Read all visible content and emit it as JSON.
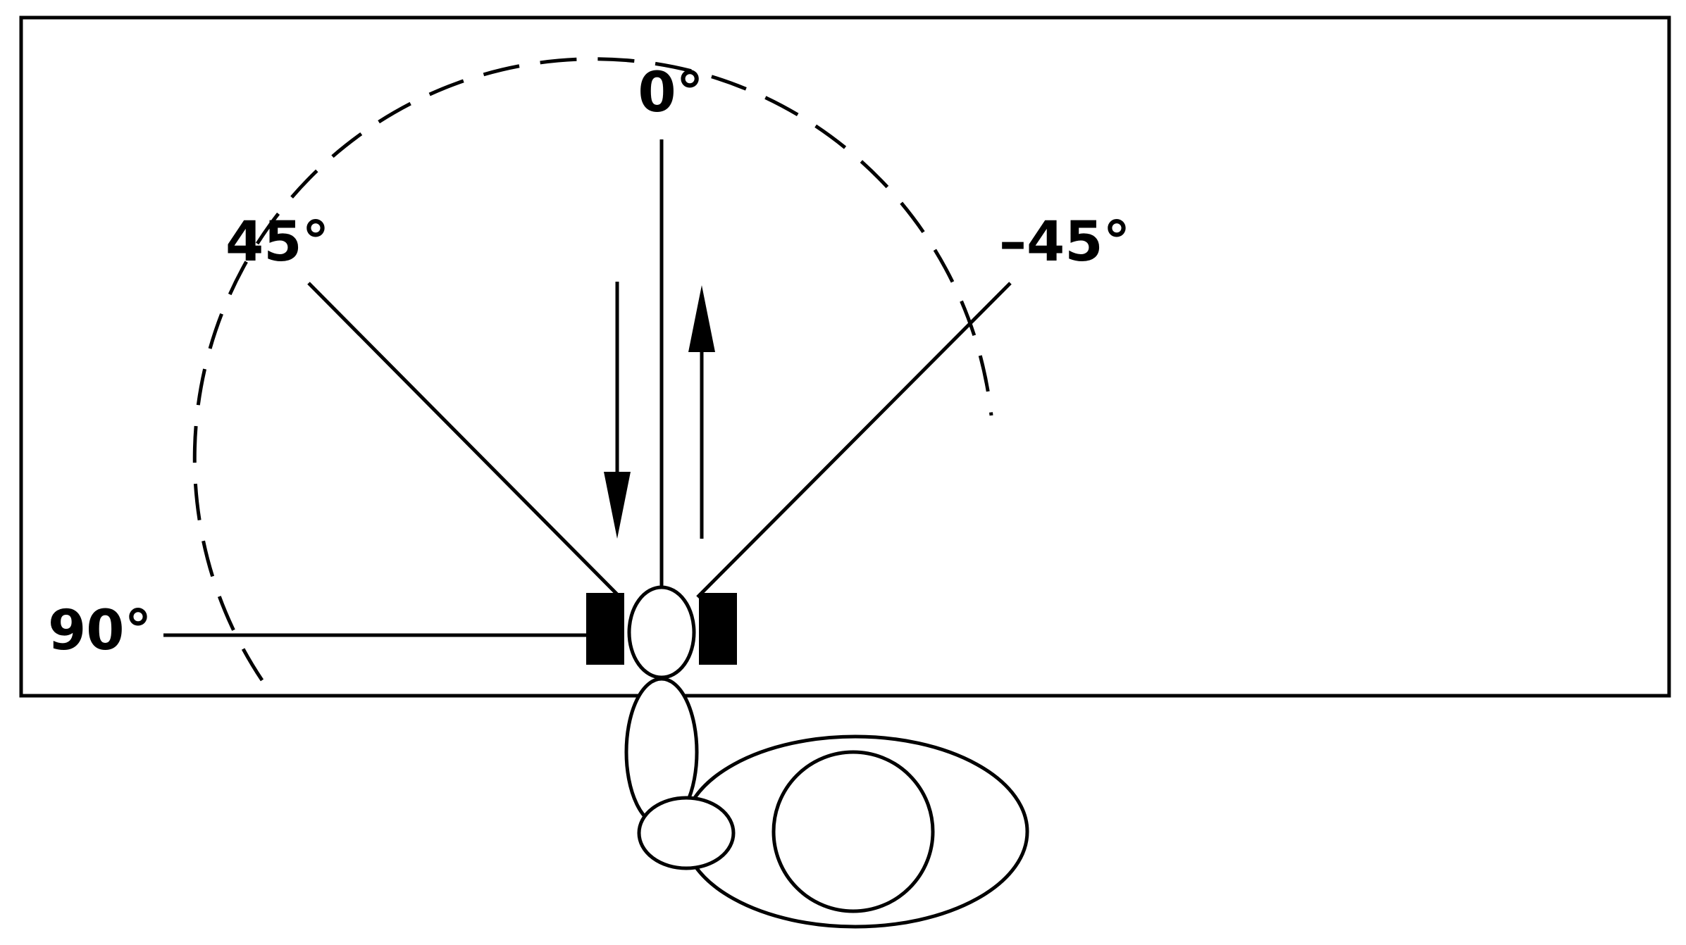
{
  "labels": {
    "angle_0": "0°",
    "angle_45": "45°",
    "angle_neg45": "–45°",
    "angle_90": "90°"
  },
  "colors": {
    "ink": "#000000",
    "paper": "#ffffff"
  }
}
